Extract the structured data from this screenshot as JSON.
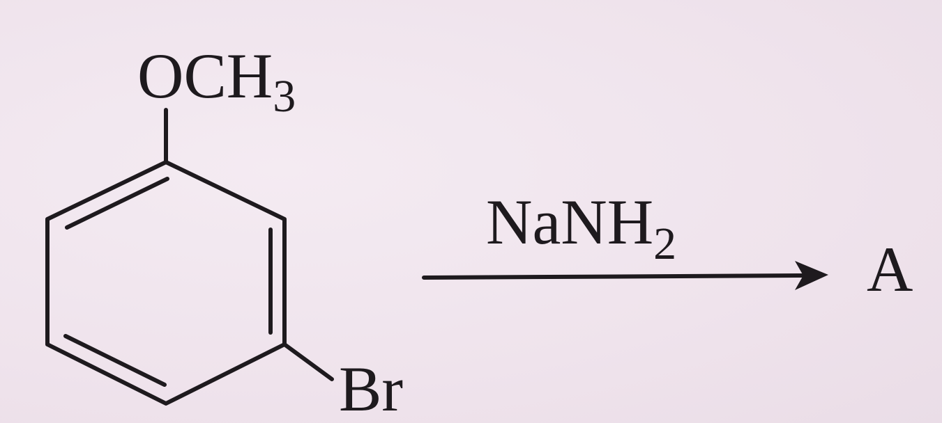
{
  "reactant": {
    "substituent_top": {
      "main": "OCH",
      "subscript": "3"
    },
    "substituent_bottom": "Br"
  },
  "reaction": {
    "reagent": {
      "main": "NaNH",
      "subscript": "2"
    },
    "product": "A"
  },
  "colors": {
    "ink": "#1e1a1e",
    "paper": "#f1e6ef"
  }
}
